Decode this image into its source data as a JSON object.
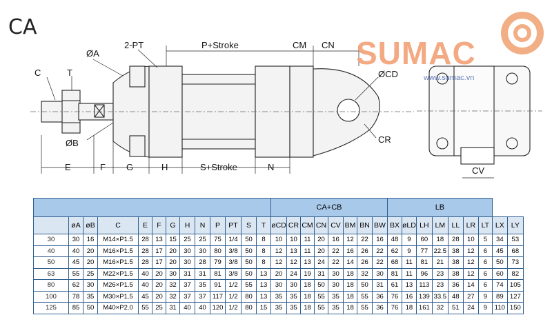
{
  "title": "CA",
  "logo": {
    "text": "SUMAC",
    "url": "www.sumac.vn"
  },
  "labels": {
    "c": "C",
    "t": "T",
    "oa": "ØA",
    "pt": "2-PT",
    "p_stroke": "P+Stroke",
    "cm": "CM",
    "cn": "CN",
    "ocd": "ØCD",
    "cr": "CR",
    "ob": "ØB",
    "e": "E",
    "f": "F",
    "g": "G",
    "h": "H",
    "s_stroke": "S+Stroke",
    "n": "N",
    "cv": "CV"
  },
  "table": {
    "groups": [
      {
        "label": "",
        "span": 13
      },
      {
        "label": "CA+CB",
        "span": 8
      },
      {
        "label": "LB",
        "span": 7
      }
    ],
    "headers": [
      "",
      "øA",
      "øB",
      "C",
      "E",
      "F",
      "G",
      "H",
      "N",
      "P",
      "PT",
      "S",
      "T",
      "øCD",
      "CR",
      "CM",
      "CN",
      "CV",
      "BM",
      "BN",
      "BW",
      "BX",
      "øLD",
      "LH",
      "LM",
      "LL",
      "LR",
      "LT",
      "LX",
      "LY"
    ],
    "rows": [
      [
        "30",
        "30",
        "16",
        "M14×P1.5",
        "28",
        "13",
        "15",
        "25",
        "25",
        "75",
        "1/4",
        "50",
        "8",
        "10",
        "10",
        "11",
        "20",
        "16",
        "12",
        "22",
        "16",
        "48",
        "9",
        "60",
        "18",
        "28",
        "10",
        "5",
        "34",
        "53"
      ],
      [
        "40",
        "40",
        "20",
        "M16×P1.5",
        "28",
        "17",
        "20",
        "30",
        "30",
        "80",
        "3/8",
        "50",
        "8",
        "12",
        "13",
        "11",
        "20",
        "22",
        "16",
        "26",
        "22",
        "62",
        "9",
        "77",
        "22.5",
        "38",
        "12",
        "6",
        "45",
        "68"
      ],
      [
        "50",
        "45",
        "20",
        "M16×P1.5",
        "28",
        "17",
        "20",
        "30",
        "28",
        "79",
        "3/8",
        "50",
        "8",
        "12",
        "12",
        "13",
        "24",
        "22",
        "14",
        "26",
        "22",
        "68",
        "11",
        "81",
        "21",
        "38",
        "12",
        "6",
        "50",
        "73"
      ],
      [
        "63",
        "55",
        "25",
        "M22×P1.5",
        "40",
        "20",
        "30",
        "31",
        "31",
        "81",
        "3/8",
        "50",
        "13",
        "20",
        "24",
        "19",
        "31",
        "30",
        "18",
        "32",
        "30",
        "81",
        "11",
        "96",
        "23",
        "38",
        "12",
        "6",
        "60",
        "82"
      ],
      [
        "80",
        "62",
        "30",
        "M26×P1.5",
        "40",
        "20",
        "32",
        "37",
        "35",
        "91",
        "1/2",
        "55",
        "13",
        "30",
        "30",
        "18",
        "50",
        "30",
        "18",
        "50",
        "31",
        "61",
        "13",
        "113",
        "23",
        "36",
        "14",
        "6",
        "74",
        "105"
      ],
      [
        "100",
        "78",
        "35",
        "M30×P1.5",
        "45",
        "20",
        "32",
        "37",
        "37",
        "117",
        "1/2",
        "80",
        "13",
        "35",
        "35",
        "18",
        "55",
        "35",
        "18",
        "55",
        "36",
        "76",
        "16",
        "139",
        "33.5",
        "48",
        "27",
        "9",
        "89",
        "127"
      ],
      [
        "125",
        "85",
        "50",
        "M40×P2.0",
        "55",
        "25",
        "31",
        "40",
        "40",
        "120",
        "1/2",
        "80",
        "15",
        "35",
        "35",
        "18",
        "55",
        "35",
        "18",
        "55",
        "36",
        "76",
        "18",
        "161",
        "32",
        "51",
        "24",
        "9",
        "110",
        "150"
      ]
    ]
  }
}
